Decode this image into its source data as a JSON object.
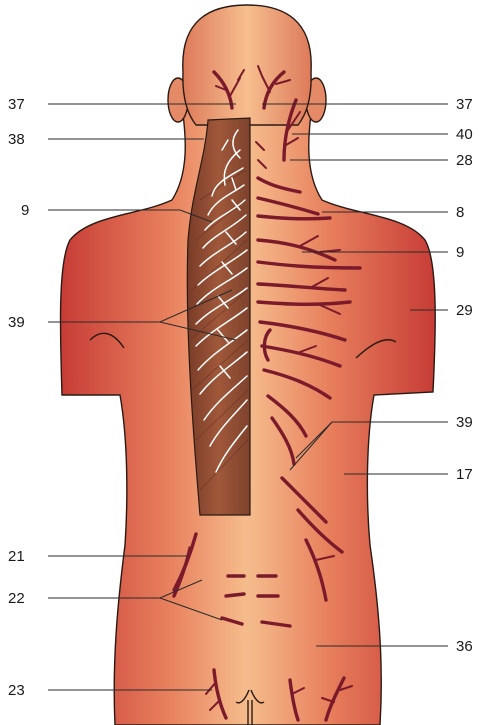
{
  "labels": {
    "l37_left": "37",
    "l38": "38",
    "l9_left": "9",
    "l39_left": "39",
    "l21": "21",
    "l22": "22",
    "l23": "23",
    "l37_right": "37",
    "l40": "40",
    "l28": "28",
    "l8": "8",
    "l9_right": "9",
    "l29": "29",
    "l39_right": "39",
    "l17": "17",
    "l36": "36"
  },
  "colors": {
    "skin_center": "#f5b98a",
    "skin_edge": "#c9403a",
    "muscle": "#8a4a32",
    "nerve": "#7a1a2a",
    "leader": "#2a2a2a"
  }
}
